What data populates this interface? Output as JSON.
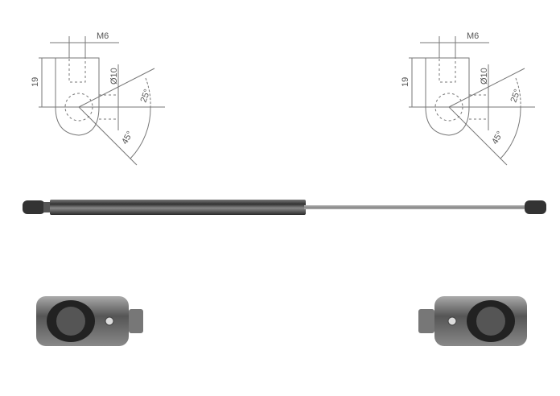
{
  "drawings": [
    {
      "thread": "M6",
      "height": "19",
      "diameter": "Ø10",
      "angle_upper": "25°",
      "angle_lower": "45°"
    },
    {
      "thread": "M6",
      "height": "19",
      "diameter": "Ø10",
      "angle_upper": "25°",
      "angle_lower": "45°"
    }
  ],
  "colors": {
    "line": "#777777",
    "cylinder": "#4a4a4a",
    "rod": "#9a9a9a",
    "fitting": "#3a3a3a"
  }
}
